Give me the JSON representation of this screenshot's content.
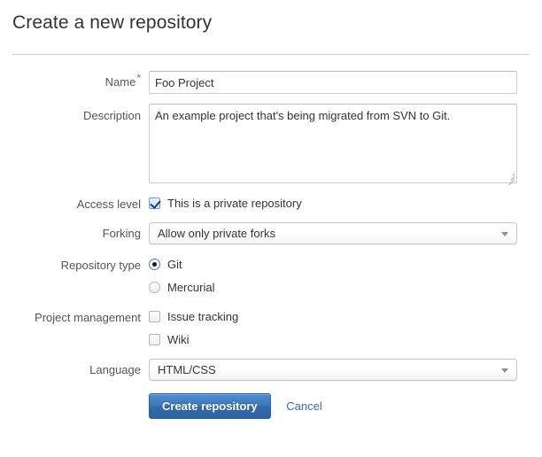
{
  "header": {
    "title": "Create a new repository"
  },
  "form": {
    "name": {
      "label": "Name",
      "required_marker": "*",
      "value": "Foo Project",
      "placeholder": ""
    },
    "description": {
      "label": "Description",
      "value": "An example project that's being migrated from SVN to Git.",
      "placeholder": ""
    },
    "access_level": {
      "label": "Access level",
      "checkbox_label": "This is a private repository",
      "checked": true
    },
    "forking": {
      "label": "Forking",
      "selected": "Allow only private forks"
    },
    "repository_type": {
      "label": "Repository type",
      "options": [
        {
          "label": "Git",
          "selected": true
        },
        {
          "label": "Mercurial",
          "selected": false
        }
      ]
    },
    "project_management": {
      "label": "Project management",
      "options": [
        {
          "label": "Issue tracking",
          "checked": false
        },
        {
          "label": "Wiki",
          "checked": false
        }
      ]
    },
    "language": {
      "label": "Language",
      "selected": "HTML/CSS"
    }
  },
  "actions": {
    "submit_label": "Create repository",
    "cancel_label": "Cancel"
  },
  "colors": {
    "primary_button": "#3b76b8",
    "link": "#3a6ea5",
    "required_star": "#dd4b39",
    "label_text": "#555555",
    "body_text": "#333333",
    "divider": "#cfcfcf",
    "input_border": "#cccccc",
    "checkbox_checked_border": "#6b9fd4"
  }
}
